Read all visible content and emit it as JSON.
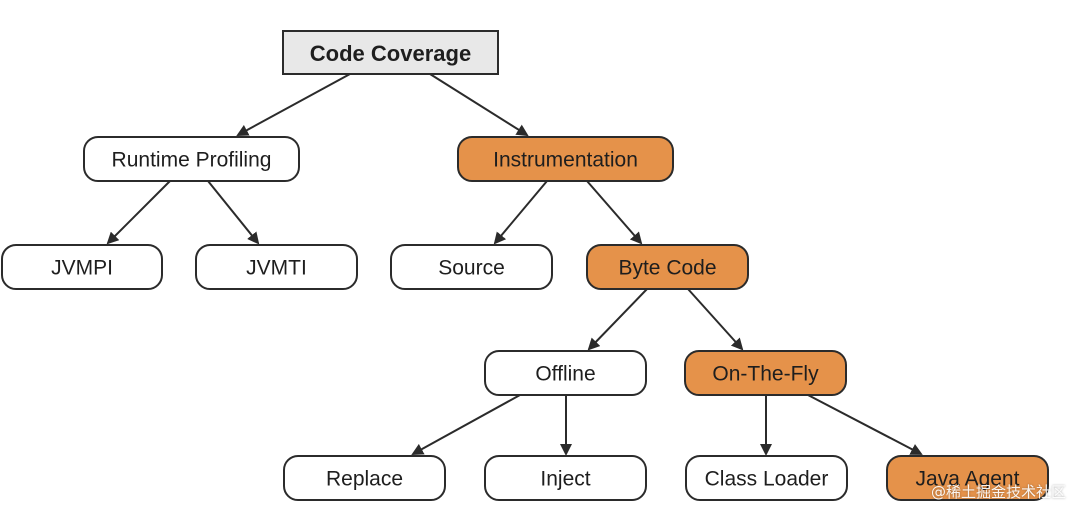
{
  "colors": {
    "root_fill": "#e8e8e8",
    "highlight_fill": "#e5924a",
    "plain_fill": "#ffffff",
    "stroke": "#2b2b2b"
  },
  "nodes": [
    {
      "id": "code_coverage",
      "label": "Code Coverage",
      "style": "root"
    },
    {
      "id": "runtime_profiling",
      "label": "Runtime Profiling",
      "style": "plain"
    },
    {
      "id": "instrumentation",
      "label": "Instrumentation",
      "style": "highlight"
    },
    {
      "id": "jvmpi",
      "label": "JVMPI",
      "style": "plain"
    },
    {
      "id": "jvmti",
      "label": "JVMTI",
      "style": "plain"
    },
    {
      "id": "source",
      "label": "Source",
      "style": "plain"
    },
    {
      "id": "byte_code",
      "label": "Byte Code",
      "style": "highlight"
    },
    {
      "id": "offline",
      "label": "Offline",
      "style": "plain"
    },
    {
      "id": "on_the_fly",
      "label": "On-The-Fly",
      "style": "highlight"
    },
    {
      "id": "replace",
      "label": "Replace",
      "style": "plain"
    },
    {
      "id": "inject",
      "label": "Inject",
      "style": "plain"
    },
    {
      "id": "class_loader",
      "label": "Class Loader",
      "style": "plain"
    },
    {
      "id": "java_agent",
      "label": "Java Agent",
      "style": "highlight"
    }
  ],
  "edges": [
    {
      "from": "code_coverage",
      "to": "runtime_profiling"
    },
    {
      "from": "code_coverage",
      "to": "instrumentation"
    },
    {
      "from": "runtime_profiling",
      "to": "jvmpi"
    },
    {
      "from": "runtime_profiling",
      "to": "jvmti"
    },
    {
      "from": "instrumentation",
      "to": "source"
    },
    {
      "from": "instrumentation",
      "to": "byte_code"
    },
    {
      "from": "byte_code",
      "to": "offline"
    },
    {
      "from": "byte_code",
      "to": "on_the_fly"
    },
    {
      "from": "offline",
      "to": "replace"
    },
    {
      "from": "offline",
      "to": "inject"
    },
    {
      "from": "on_the_fly",
      "to": "class_loader"
    },
    {
      "from": "on_the_fly",
      "to": "java_agent"
    }
  ],
  "watermark": "@稀土掘金技术社区"
}
